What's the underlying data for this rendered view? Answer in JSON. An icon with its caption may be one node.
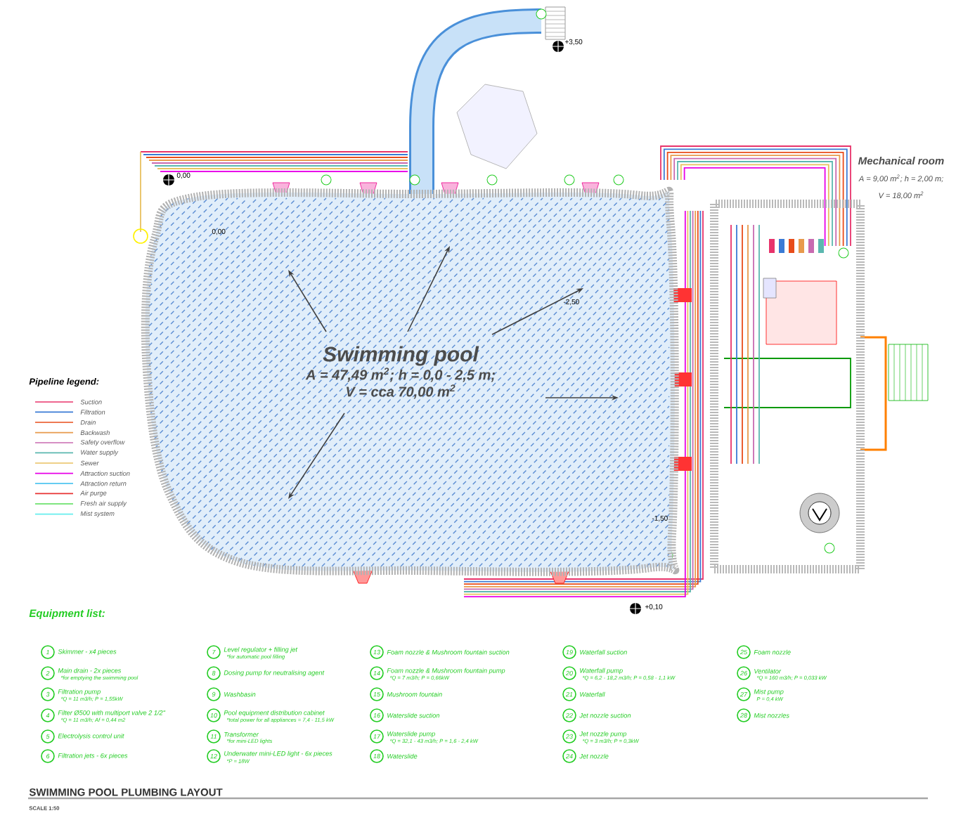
{
  "diagram": {
    "title": "SWIMMING POOL PLUMBING LAYOUT",
    "nodes": [
      {
        "text": [
          "Swimming pool",
          "A = 47,49 m$^{2}$; h = 0,0 - 2,5 m;",
          "V = cca 70,00 m$^{2}$"
        ]
      },
      {
        "text": [
          "Mechanical room",
          "A = 9,00 m$^{2}$; h = 2,00 m;",
          "V = 18,00 m$^{2}$"
        ]
      },
      {
        "text": [
          "1"
        ],
        "beside": [
          "Skimmer - x4 pieces"
        ]
      },
      {
        "text": [
          "2"
        ],
        "beside": [
          "Main drain - 2x pieces",
          "*for emptying the swimming pool"
        ]
      },
      {
        "text": [
          "3"
        ],
        "beside": [
          "Filtration pump",
          "*Q = 11 m3/h; P = 1,55kW"
        ]
      },
      {
        "text": [
          "4"
        ],
        "beside": [
          "Filter Ø500 with multiport valve 2 1/2\"",
          "*Q = 11 m3/h; Af = 0,44 m2"
        ]
      },
      {
        "text": [
          "5"
        ],
        "beside": [
          "Electrolysis control unit"
        ]
      },
      {
        "text": [
          "6"
        ],
        "beside": [
          "Filtration jets - 6x pieces"
        ]
      },
      {
        "text": [
          "7"
        ],
        "beside": [
          "Level regulator + filling jet",
          "*for automatic pool filling"
        ]
      },
      {
        "text": [
          "8"
        ],
        "beside": [
          "Dosing pump for neutralising agent"
        ]
      },
      {
        "text": [
          "9"
        ],
        "beside": [
          "Washbasin"
        ]
      },
      {
        "text": [
          "10"
        ],
        "beside": [
          "Pool equipment distribution cabinet",
          "*total power for all appliances = 7,4 - 11,5 kW"
        ]
      },
      {
        "text": [
          "11"
        ],
        "beside": [
          "Transformer",
          "*for mini-LED lights"
        ]
      },
      {
        "text": [
          "12"
        ],
        "beside": [
          "Underwater mini-LED light - 6x pieces",
          "*P = 18W"
        ]
      },
      {
        "text": [
          "13"
        ],
        "beside": [
          "Foam nozzle & Mushroom fountain suction"
        ]
      },
      {
        "text": [
          "14"
        ],
        "beside": [
          "Foam nozzle & Mushroom fountain pump",
          "*Q = 7 m3/h; P = 0,66kW"
        ]
      },
      {
        "text": [
          "15"
        ],
        "beside": [
          "Mushroom fountain"
        ]
      },
      {
        "text": [
          "16"
        ],
        "beside": [
          "Waterslide suction"
        ]
      },
      {
        "text": [
          "17"
        ],
        "beside": [
          "Waterslide pump",
          "*Q = 32,1 - 43 m3/h; P = 1,6 - 2,4 kW"
        ]
      },
      {
        "text": [
          "18"
        ],
        "beside": [
          "Waterslide"
        ]
      },
      {
        "text": [
          "19"
        ],
        "beside": [
          "Waterfall suction"
        ]
      },
      {
        "text": [
          "20"
        ],
        "beside": [
          "Waterfall pump",
          "*Q = 6,2 - 18,2 m3/h; P = 0,58 - 1,1 kW"
        ]
      },
      {
        "text": [
          "21"
        ],
        "beside": [
          "Waterfall"
        ]
      },
      {
        "text": [
          "22"
        ],
        "beside": [
          "Jet nozzle suction"
        ]
      },
      {
        "text": [
          "23"
        ],
        "beside": [
          "Jet nozzle pump",
          "*Q = 3 m3/h; P = 0,3kW"
        ]
      },
      {
        "text": [
          "24"
        ],
        "beside": [
          "Jet nozzle"
        ]
      },
      {
        "text": [
          "25"
        ],
        "beside": [
          "Foam nozzle"
        ]
      },
      {
        "text": [
          "26"
        ],
        "beside": [
          "Ventilator",
          "*Q = 160 m3/h; P = 0,033 kW"
        ]
      },
      {
        "text": [
          "27"
        ],
        "beside": [
          "Mist pump",
          "P = 0,4 kW"
        ]
      },
      {
        "text": [
          "28"
        ],
        "beside": [
          "Mist nozzles"
        ]
      }
    ],
    "labels": [
      "+3,50",
      "0,00",
      "0,00",
      "-2,50",
      "Pipeline legend:",
      "-1,50",
      "+0,10",
      "Equipment list:",
      "SCALE 1:50"
    ],
    "legend": [
      {
        "text": "Suction"
      },
      {
        "text": "Filtration"
      },
      {
        "text": "Drain"
      },
      {
        "text": "Backwash"
      },
      {
        "text": "Safety overflow"
      },
      {
        "text": "Water supply"
      },
      {
        "text": "Sewer"
      },
      {
        "text": "Attraction suction"
      },
      {
        "text": "Attraction return"
      },
      {
        "text": "Air purge"
      },
      {
        "text": "Fresh air supply"
      },
      {
        "text": "Mist system"
      }
    ]
  }
}
